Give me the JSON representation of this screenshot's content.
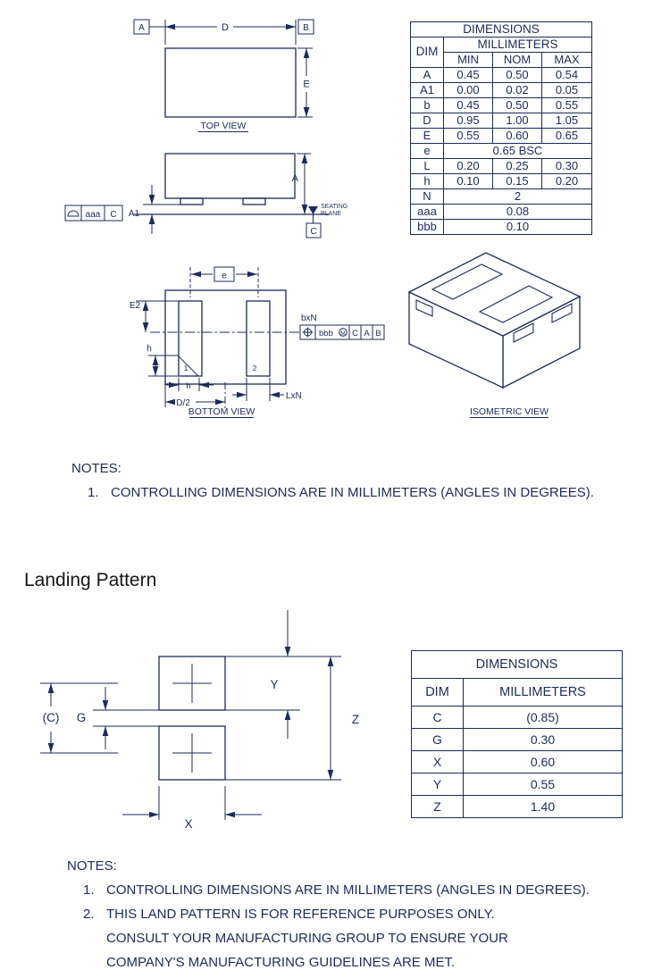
{
  "ink": "#1c2b5a",
  "package": {
    "top_view": {
      "label": "TOP VIEW",
      "datum_a": "A",
      "datum_b": "B",
      "dim_d": "D",
      "dim_e": "E"
    },
    "side_view": {
      "dim_a": "A",
      "dim_a1": "A1",
      "seating_line1": "SEATING",
      "seating_line2": "PLANE",
      "datum_c": "C",
      "fcf": {
        "symbol": "profile-of-surface",
        "tolerance": "aaa",
        "datum": "C"
      }
    },
    "bottom_view": {
      "label": "BOTTOM VIEW",
      "dim_e2": "E2",
      "pitch": "e",
      "dim_h_left": "h",
      "dim_h_bottom": "h",
      "dim_half": "D/2",
      "lead": "LxN",
      "pad_width": "bxN",
      "pin1": "1",
      "pin2": "2",
      "fcf": {
        "symbol": "position",
        "tolerance": "bbb",
        "modifier": "M",
        "datums": [
          "C",
          "A",
          "B"
        ]
      }
    },
    "isometric_view": {
      "label": "ISOMETRIC VIEW"
    }
  },
  "dim_table": {
    "title": "DIMENSIONS",
    "units": "MILLIMETERS",
    "dim_col": "DIM",
    "cols": [
      "MIN",
      "NOM",
      "MAX"
    ],
    "rows": [
      {
        "dim": "A",
        "min": "0.45",
        "nom": "0.50",
        "max": "0.54"
      },
      {
        "dim": "A1",
        "min": "0.00",
        "nom": "0.02",
        "max": "0.05"
      },
      {
        "dim": "b",
        "min": "0.45",
        "nom": "0.50",
        "max": "0.55"
      },
      {
        "dim": "D",
        "min": "0.95",
        "nom": "1.00",
        "max": "1.05"
      },
      {
        "dim": "E",
        "min": "0.55",
        "nom": "0.60",
        "max": "0.65"
      },
      {
        "dim": "e",
        "span": "0.65 BSC"
      },
      {
        "dim": "L",
        "min": "0.20",
        "nom": "0.25",
        "max": "0.30"
      },
      {
        "dim": "h",
        "min": "0.10",
        "nom": "0.15",
        "max": "0.20"
      },
      {
        "dim": "N",
        "span": "2"
      },
      {
        "dim": "aaa",
        "span": "0.08"
      },
      {
        "dim": "bbb",
        "span": "0.10"
      }
    ]
  },
  "notes_package": {
    "title": "NOTES:",
    "items": [
      {
        "num": "1.",
        "text": "CONTROLLING DIMENSIONS ARE IN MILLIMETERS (ANGLES IN DEGREES)."
      }
    ]
  },
  "landing": {
    "heading": "Landing Pattern",
    "labels": {
      "c": "(C)",
      "g": "G",
      "x": "X",
      "y": "Y",
      "z": "Z"
    },
    "table": {
      "title": "DIMENSIONS",
      "dim_col": "DIM",
      "units": "MILLIMETERS",
      "rows": [
        {
          "dim": "C",
          "value": "(0.85)"
        },
        {
          "dim": "G",
          "value": "0.30"
        },
        {
          "dim": "X",
          "value": "0.60"
        },
        {
          "dim": "Y",
          "value": "0.55"
        },
        {
          "dim": "Z",
          "value": "1.40"
        }
      ]
    }
  },
  "notes_landing": {
    "title": "NOTES:",
    "items": [
      {
        "num": "1.",
        "text": "CONTROLLING DIMENSIONS ARE IN MILLIMETERS (ANGLES IN DEGREES)."
      },
      {
        "num": "2.",
        "text": "THIS LAND PATTERN IS FOR REFERENCE PURPOSES ONLY."
      },
      {
        "num": "",
        "text": "CONSULT YOUR MANUFACTURING GROUP TO ENSURE YOUR"
      },
      {
        "num": "",
        "text": "COMPANY'S MANUFACTURING GUIDELINES ARE MET."
      }
    ]
  }
}
